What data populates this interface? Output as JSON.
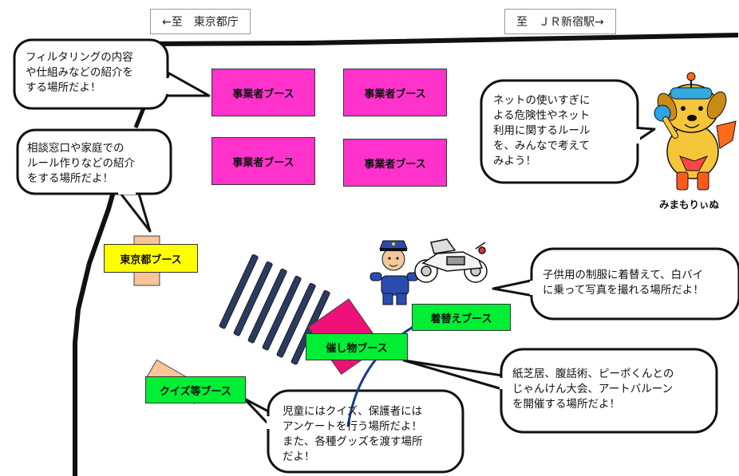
{
  "signs": {
    "tocho": "←至　東京都庁",
    "jr": "至　ＪＲ新宿駅→"
  },
  "booths": {
    "company_1": "事業者ブース",
    "company_2": "事業者ブース",
    "company_3": "事業者ブース",
    "company_4": "事業者ブース",
    "tokyo": "東京都ブース",
    "kigae": "着替えブース",
    "moyoshi": "催し物ブース",
    "quiz": "クイズ等ブース"
  },
  "bubbles": {
    "filtering": [
      "フィルタリングの内容",
      "や仕組みなどの紹介を",
      "する場所だよ！"
    ],
    "soudan": [
      "相談窓口や家庭での",
      "ルール作りなどの紹介",
      "をする場所だよ！"
    ],
    "net": [
      "ネットの使いすぎに",
      "よる危険性やネット",
      "利用に関するルール",
      "を、みんなで考えて",
      "みよう！"
    ],
    "shiro_bike": [
      "子供用の制服に着替えて、白バイ",
      "に乗って写真を撮れる場所だよ！"
    ],
    "event": [
      "紙芝居、腹話術、ピーポくんとの",
      "じゃんけん大会、アートバルーン",
      "を開催する場所だよ！"
    ],
    "quiz": [
      "児童にはクイズ、保護者には",
      "アンケートを行う場所だよ！",
      "また、各種グッズを渡す場所",
      "だよ！"
    ]
  },
  "mascot": {
    "name": "みまもりぃぬ"
  }
}
